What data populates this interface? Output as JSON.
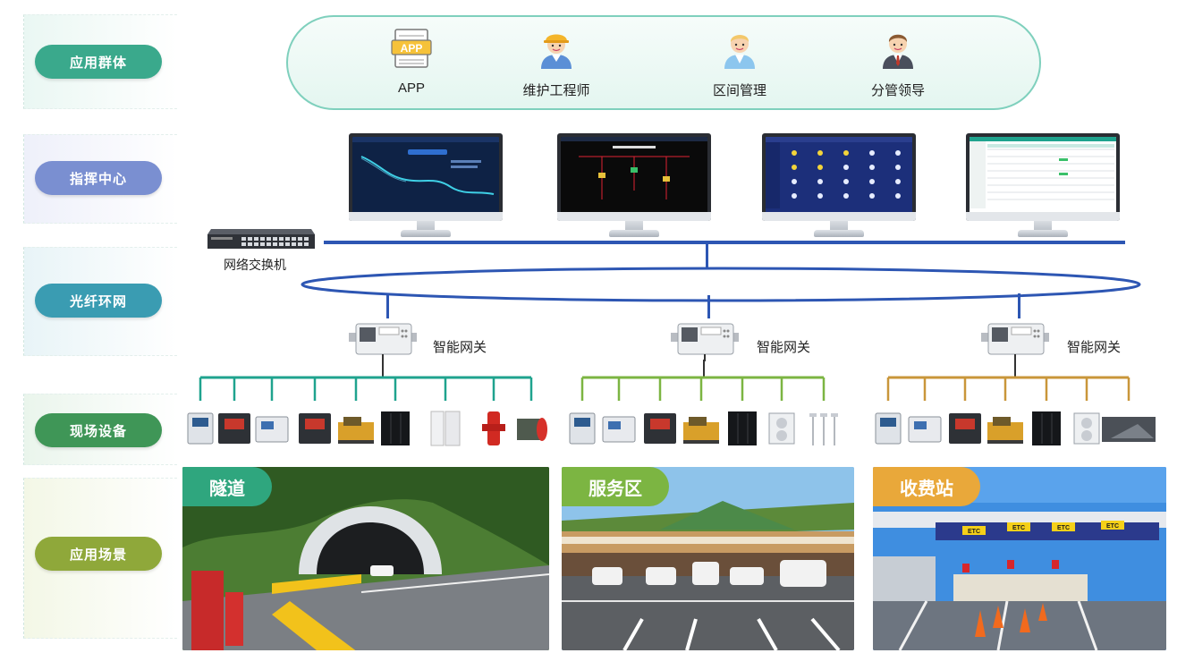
{
  "layers": [
    {
      "id": "app_group",
      "label": "应用群体",
      "color": "#3aa98c"
    },
    {
      "id": "command",
      "label": "指挥中心",
      "color": "#7a8fd1"
    },
    {
      "id": "fiber",
      "label": "光纤环网",
      "color": "#3a9cb2"
    },
    {
      "id": "field",
      "label": "现场设备",
      "color": "#3f9657"
    },
    {
      "id": "scenario",
      "label": "应用场景",
      "color": "#8fa83a"
    }
  ],
  "users": [
    {
      "label": "APP",
      "icon": "app-icon"
    },
    {
      "label": "维护工程师",
      "icon": "engineer-icon"
    },
    {
      "label": "区间管理",
      "icon": "manager-icon"
    },
    {
      "label": "分管领导",
      "icon": "leader-icon"
    }
  ],
  "app_icon_text": "APP",
  "switch_label": "网络交换机",
  "gateway_label": "智能网关",
  "scenes": [
    {
      "label": "隧道",
      "tag_color": "#2fa67e"
    },
    {
      "label": "服务区",
      "tag_color": "#7cb542"
    },
    {
      "label": "收费站",
      "tag_color": "#e9a83a"
    }
  ],
  "toll_signs": [
    "ETC",
    "ETC",
    "ETC",
    "ETC"
  ],
  "bus_colors": [
    "#1fa38e",
    "#7cb542",
    "#c9963a"
  ],
  "network_color": "#2d56b3"
}
